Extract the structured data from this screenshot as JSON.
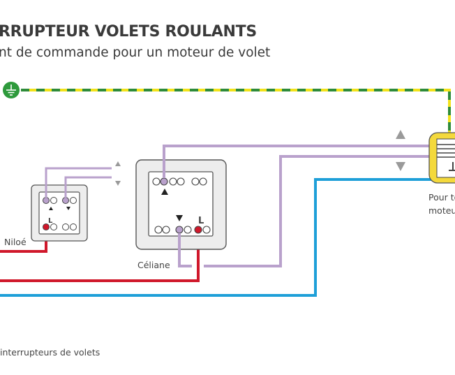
{
  "header": {
    "title": "RRUPTEUR VOLETS ROULANTS",
    "subtitle": "nt de commande pour un moteur de volet"
  },
  "labels": {
    "niloe": "Niloé",
    "celiane": "Céliane",
    "motor_line1": "Pour to",
    "motor_line2": "moteur",
    "footer": "interrupteurs de volets",
    "switch_l_small": "L",
    "switch_l_large": "L"
  },
  "icons": {
    "ground": "ground-icon",
    "up_arrow": "up-arrow-icon",
    "down_arrow": "down-arrow-icon"
  },
  "colors": {
    "earth_green": "#2e8b3a",
    "earth_yellow": "#f2e21a",
    "live_red": "#d0182b",
    "neutral_blue": "#1e9fd8",
    "control_lilac": "#b9a1cc",
    "motor_yellow": "#f4d93c"
  }
}
